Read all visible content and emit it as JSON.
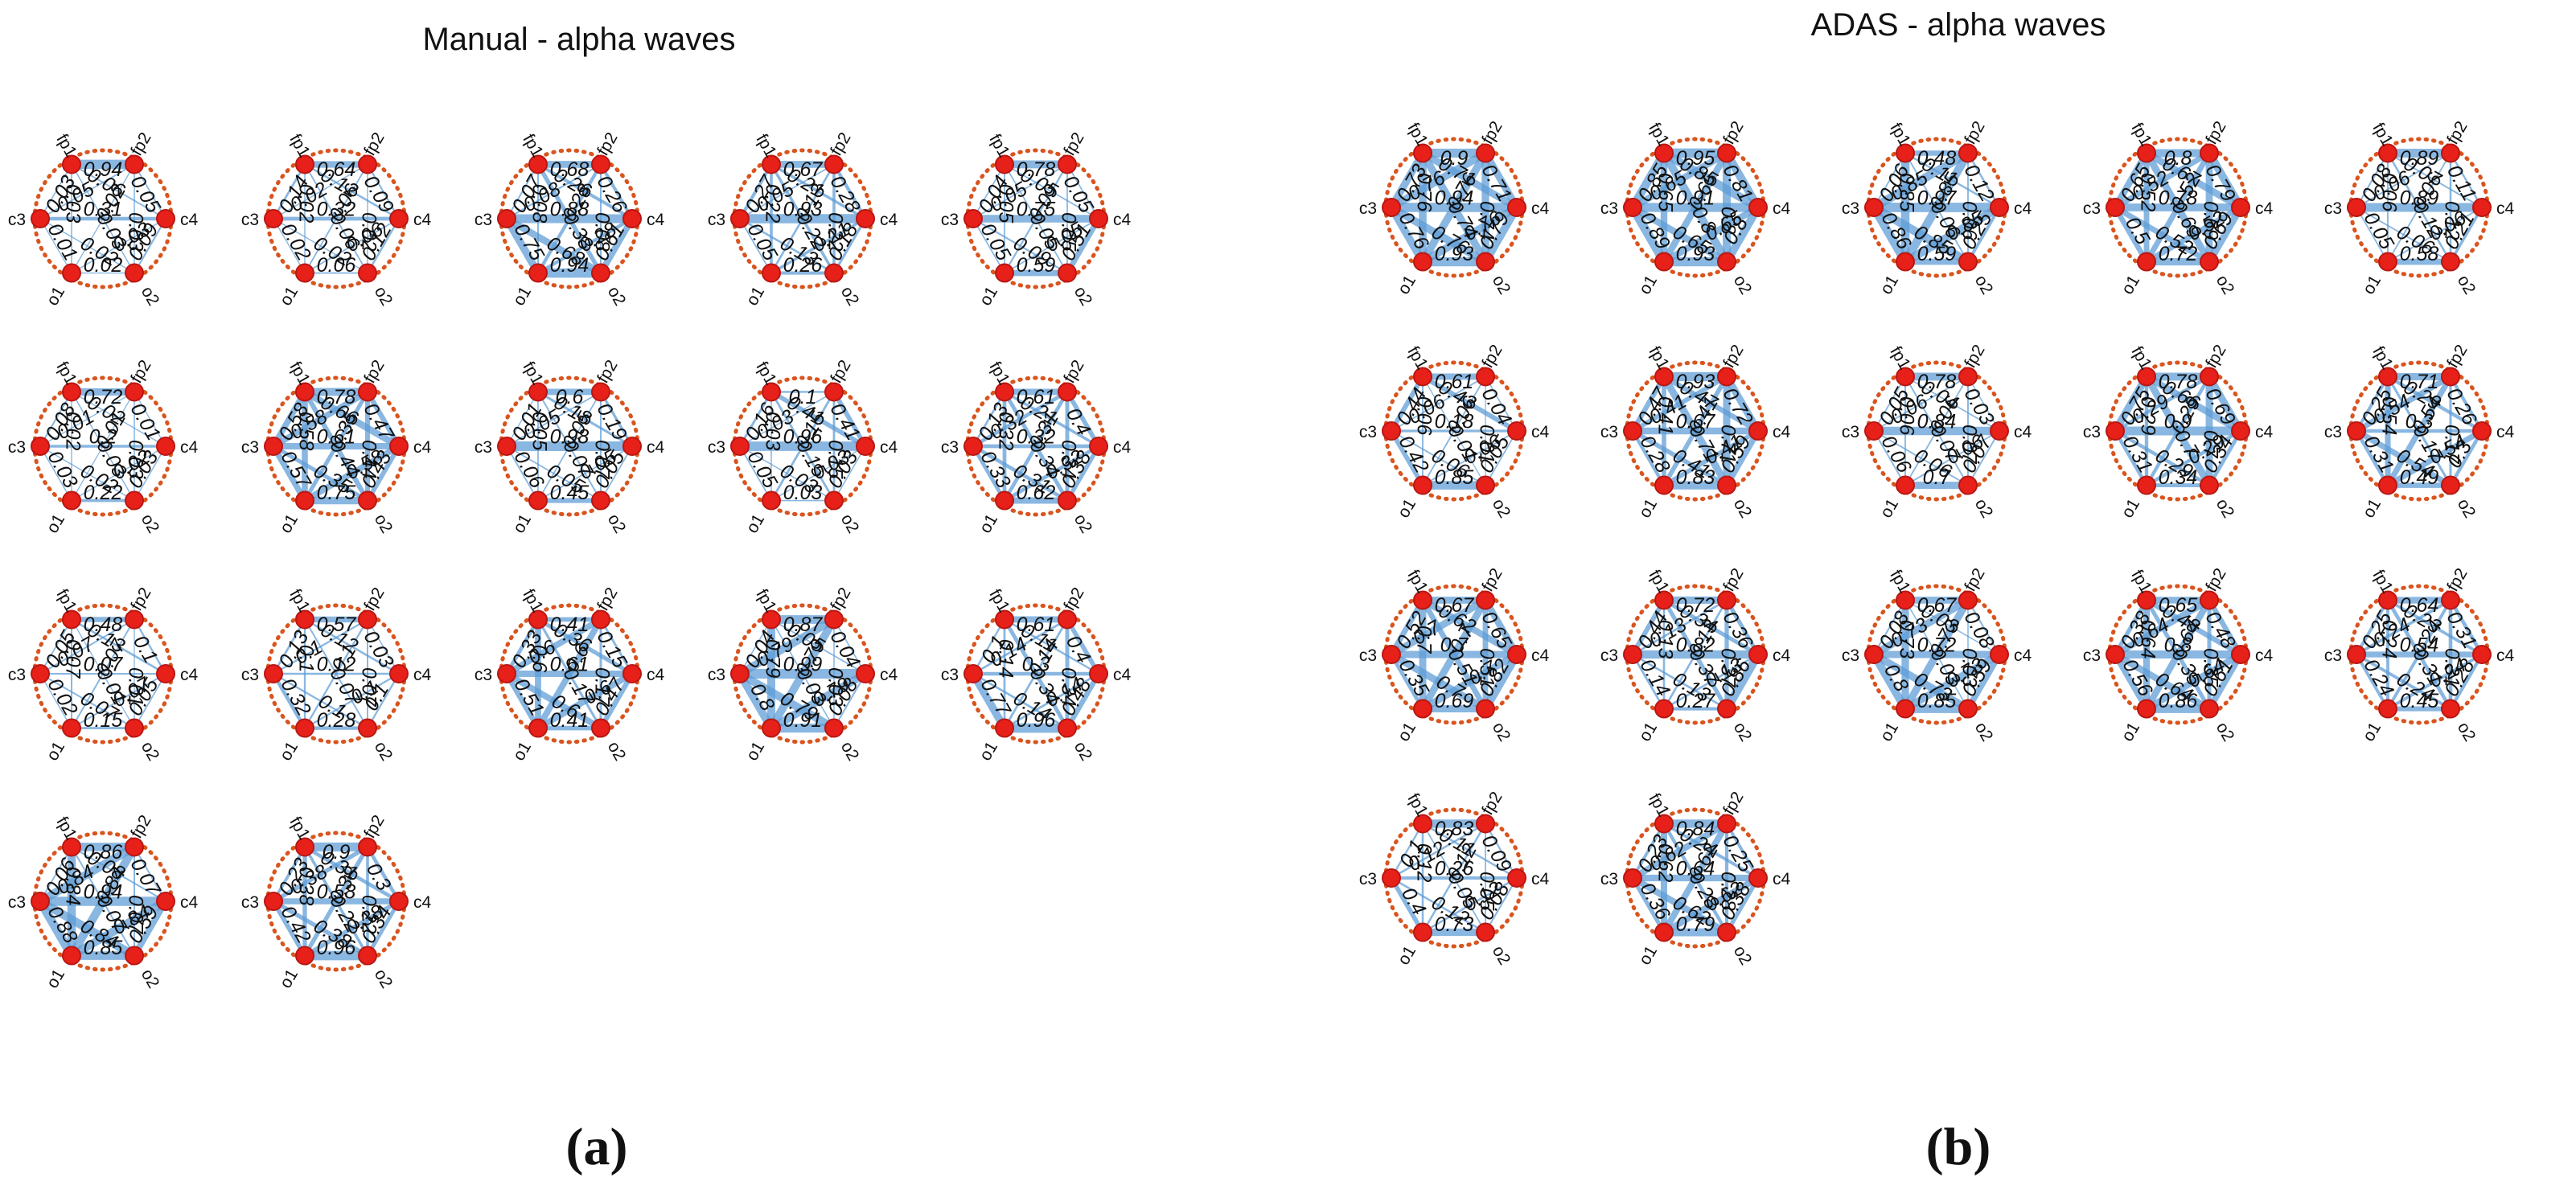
{
  "colors": {
    "edge": "#5b9bd5",
    "electrode_fill": "#e8201a",
    "electrode_stroke": "#b81712",
    "ring_dots": "#d9541e",
    "text": "#111111"
  },
  "electrodes": [
    "fp1",
    "fp2",
    "c4",
    "o2",
    "o1",
    "c3"
  ],
  "edge_order": [
    [
      "fp1",
      "fp2"
    ],
    [
      "fp2",
      "c4"
    ],
    [
      "c4",
      "o2"
    ],
    [
      "o2",
      "o1"
    ],
    [
      "o1",
      "c3"
    ],
    [
      "c3",
      "fp1"
    ],
    [
      "fp1",
      "c4"
    ],
    [
      "fp1",
      "o2"
    ],
    [
      "fp1",
      "o1"
    ],
    [
      "fp2",
      "o2"
    ],
    [
      "fp2",
      "o1"
    ],
    [
      "fp2",
      "c3"
    ],
    [
      "c3",
      "c4"
    ],
    [
      "c3",
      "o2"
    ],
    [
      "c4",
      "o1"
    ]
  ],
  "panels": [
    {
      "id": "manual",
      "title": "Manual - alpha waves",
      "sublabel": "(a)",
      "graphs": [
        {
          "weights": [
            0.94,
            0.05,
            0.09,
            0.02,
            0.01,
            0.03,
            0.06,
            0.03,
            0.03,
            0.03,
            0.02,
            0.05,
            0.31,
            0.02,
            0.03
          ]
        },
        {
          "weights": [
            0.64,
            0.09,
            0.12,
            0.06,
            0.02,
            0.14,
            0.12,
            0.06,
            0.02,
            0.02,
            0.06,
            0.02,
            0.32,
            0.02,
            0.06
          ]
        },
        {
          "weights": [
            0.68,
            0.26,
            0.61,
            0.94,
            0.75,
            0.07,
            0.26,
            0.38,
            0.08,
            0.08,
            0.28,
            0.08,
            0.88,
            0.68,
            0.28
          ]
        },
        {
          "weights": [
            0.67,
            0.28,
            0.18,
            0.26,
            0.05,
            0.27,
            0.21,
            0.22,
            0.22,
            0.22,
            0.13,
            0.05,
            0.93,
            0.13,
            0.21
          ]
        },
        {
          "weights": [
            0.78,
            0.05,
            0.51,
            0.59,
            0.05,
            0.04,
            0.05,
            0.05,
            0.05,
            0.05,
            0.09,
            0.05,
            0.75,
            0.09,
            0.05
          ]
        },
        {
          "weights": [
            0.72,
            0.01,
            0.03,
            0.22,
            0.03,
            0.08,
            0.02,
            0.03,
            0.02,
            0.03,
            0.01,
            0.01,
            0.2,
            0.02,
            0.02
          ]
        },
        {
          "weights": [
            0.78,
            0.47,
            0.43,
            0.75,
            0.57,
            0.58,
            0.66,
            0.44,
            0.58,
            0.44,
            0.35,
            0.58,
            0.61,
            0.35,
            0.58
          ]
        },
        {
          "weights": [
            0.6,
            0.19,
            0.05,
            0.45,
            0.06,
            0.01,
            0.18,
            0.07,
            0.05,
            0.07,
            0.05,
            0.05,
            0.98,
            0.05,
            0.05
          ]
        },
        {
          "weights": [
            0.1,
            0.41,
            0.03,
            0.03,
            0.05,
            0.16,
            0.41,
            0.15,
            0.03,
            0.15,
            0.15,
            0.03,
            0.96,
            0.03,
            0.03
          ]
        },
        {
          "weights": [
            0.61,
            0.4,
            0.38,
            0.62,
            0.33,
            0.13,
            0.21,
            0.34,
            0.32,
            0.34,
            0.31,
            0.32,
            0.32,
            0.31,
            0.32
          ]
        },
        {
          "weights": [
            0.48,
            0.1,
            0.05,
            0.15,
            0.02,
            0.05,
            0.13,
            0.01,
            0.07,
            0.01,
            0.07,
            0.07,
            0.07,
            0.07,
            0.07
          ]
        },
        {
          "weights": [
            0.57,
            0.03,
            0.1,
            0.28,
            0.32,
            0.13,
            0.12,
            0.07,
            0.1,
            0.07,
            0.1,
            0.1,
            0.12,
            0.1,
            0.1
          ]
        },
        {
          "weights": [
            0.41,
            0.15,
            0.47,
            0.41,
            0.51,
            0.33,
            0.36,
            0.17,
            0.6,
            0.17,
            0.6,
            0.6,
            0.61,
            0.6,
            0.6
          ]
        },
        {
          "weights": [
            0.87,
            0.04,
            0.08,
            0.91,
            0.8,
            0.04,
            0.05,
            0.03,
            0.79,
            0.03,
            0.79,
            0.79,
            0.99,
            0.79,
            0.79
          ]
        },
        {
          "weights": [
            0.61,
            0.4,
            0.48,
            0.96,
            0.77,
            0.1,
            0.11,
            0.34,
            0.14,
            0.34,
            0.14,
            0.14,
            0.3,
            0.14,
            0.14
          ]
        },
        {
          "weights": [
            0.86,
            0.07,
            0.59,
            0.85,
            0.88,
            0.06,
            0.08,
            0.07,
            0.84,
            0.07,
            0.84,
            0.84,
            0.94,
            0.84,
            0.84
          ]
        },
        {
          "weights": [
            0.9,
            0.3,
            0.34,
            0.96,
            0.42,
            0.23,
            0.31,
            0.22,
            0.38,
            0.22,
            0.38,
            0.38,
            0.58,
            0.38,
            0.38
          ]
        }
      ]
    },
    {
      "id": "adas",
      "title": "ADAS - alpha waves",
      "sublabel": "(b)",
      "graphs": [
        {
          "weights": [
            0.9,
            0.71,
            0.79,
            0.93,
            0.76,
            0.73,
            0.71,
            0.74,
            0.76,
            0.74,
            0.76,
            0.76,
            0.94,
            0.76,
            0.76
          ]
        },
        {
          "weights": [
            0.95,
            0.81,
            0.8,
            0.93,
            0.89,
            0.85,
            0.85,
            0.8,
            0.65,
            0.8,
            0.65,
            0.65,
            0.91,
            0.65,
            0.65
          ]
        },
        {
          "weights": [
            0.48,
            0.12,
            0.25,
            0.59,
            0.86,
            0.06,
            0.11,
            0.06,
            0.85,
            0.06,
            0.85,
            0.85,
            0.97,
            0.85,
            0.85
          ]
        },
        {
          "weights": [
            0.8,
            0.79,
            0.69,
            0.72,
            0.5,
            0.65,
            0.67,
            0.69,
            0.52,
            0.69,
            0.52,
            0.52,
            0.78,
            0.52,
            0.52
          ]
        },
        {
          "weights": [
            0.89,
            0.11,
            0.21,
            0.58,
            0.05,
            0.08,
            0.07,
            0.12,
            0.06,
            0.12,
            0.06,
            0.06,
            0.89,
            0.06,
            0.06
          ]
        },
        {
          "weights": [
            0.61,
            0.04,
            0.05,
            0.85,
            0.42,
            0.44,
            0.43,
            0.01,
            0.06,
            0.01,
            0.06,
            0.06,
            0.18,
            0.06,
            0.06
          ]
        },
        {
          "weights": [
            0.93,
            0.72,
            0.59,
            0.83,
            0.28,
            0.47,
            0.47,
            0.71,
            0.41,
            0.71,
            0.41,
            0.41,
            0.67,
            0.41,
            0.41
          ]
        },
        {
          "weights": [
            0.78,
            0.03,
            0.07,
            0.7,
            0.06,
            0.05,
            0.04,
            0.07,
            0.06,
            0.07,
            0.06,
            0.06,
            0.84,
            0.06,
            0.06
          ]
        },
        {
          "weights": [
            0.78,
            0.69,
            0.34,
            0.34,
            0.31,
            0.75,
            0.66,
            0.7,
            0.29,
            0.7,
            0.29,
            0.29,
            0.9,
            0.29,
            0.29
          ]
        },
        {
          "weights": [
            0.71,
            0.26,
            0.3,
            0.49,
            0.31,
            0.25,
            0.29,
            0.17,
            0.54,
            0.17,
            0.54,
            0.54,
            0.3,
            0.54,
            0.54
          ]
        },
        {
          "weights": [
            0.67,
            0.65,
            0.82,
            0.69,
            0.35,
            0.52,
            0.62,
            0.51,
            0.7,
            0.51,
            0.7,
            0.7,
            0.7,
            0.7,
            0.7
          ]
        },
        {
          "weights": [
            0.72,
            0.36,
            0.86,
            0.27,
            0.14,
            0.44,
            0.34,
            0.37,
            0.13,
            0.37,
            0.13,
            0.13,
            0.82,
            0.13,
            0.13
          ]
        },
        {
          "weights": [
            0.67,
            0.08,
            0.59,
            0.85,
            0.8,
            0.08,
            0.03,
            0.03,
            0.73,
            0.03,
            0.73,
            0.73,
            0.72,
            0.73,
            0.73
          ]
        },
        {
          "weights": [
            0.65,
            0.48,
            0.61,
            0.86,
            0.56,
            0.38,
            0.48,
            0.35,
            0.64,
            0.35,
            0.64,
            0.64,
            0.8,
            0.64,
            0.64
          ]
        },
        {
          "weights": [
            0.64,
            0.31,
            0.28,
            0.45,
            0.24,
            0.25,
            0.23,
            0.31,
            0.24,
            0.31,
            0.24,
            0.24,
            0.54,
            0.24,
            0.24
          ]
        },
        {
          "weights": [
            0.83,
            0.09,
            0.08,
            0.73,
            0.4,
            0.1,
            0.11,
            0.05,
            0.12,
            0.05,
            0.12,
            0.12,
            0.26,
            0.12,
            0.12
          ]
        },
        {
          "weights": [
            0.84,
            0.25,
            0.38,
            0.79,
            0.36,
            0.23,
            0.24,
            0.28,
            0.62,
            0.28,
            0.62,
            0.62,
            0.64,
            0.62,
            0.62
          ]
        }
      ]
    }
  ]
}
